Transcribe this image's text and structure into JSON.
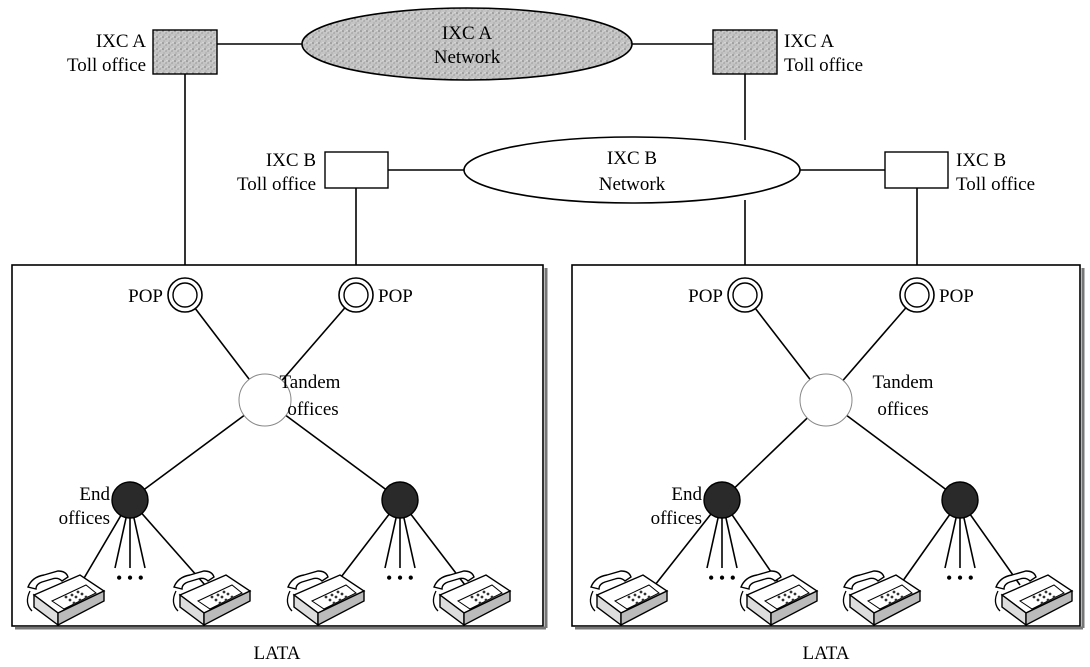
{
  "ixc_a": {
    "network_label": [
      "IXC A",
      "Network"
    ],
    "toll_left_label": [
      "IXC A",
      "Toll office"
    ],
    "toll_right_label": [
      "IXC A",
      "Toll office"
    ],
    "fill_color": "#b8b8b8"
  },
  "ixc_b": {
    "network_label": [
      "IXC B",
      "Network"
    ],
    "toll_left_label": [
      "IXC B",
      "Toll office"
    ],
    "toll_right_label": [
      "IXC B",
      "Toll office"
    ]
  },
  "latas": [
    {
      "caption": "LATA",
      "pop_left": "POP",
      "pop_right": "POP",
      "tandem_label": [
        "Tandem",
        "offices"
      ],
      "end_label": [
        "End",
        "offices"
      ],
      "ellipsis": "• • •"
    },
    {
      "caption": "LATA",
      "pop_left": "POP",
      "pop_right": "POP",
      "tandem_label": [
        "Tandem",
        "offices"
      ],
      "end_label": [
        "End",
        "offices"
      ],
      "ellipsis": "• • •"
    }
  ],
  "colors": {
    "end_office": "#2a2a2a",
    "tandem": "#ffffff",
    "line": "#000000"
  }
}
